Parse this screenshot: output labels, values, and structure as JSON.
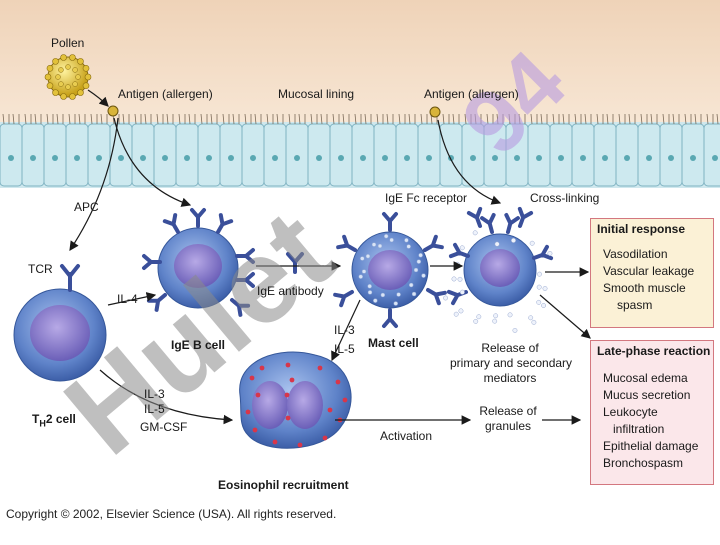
{
  "labels": {
    "pollen": "Pollen",
    "antigen_left": "Antigen (allergen)",
    "mucosal_lining": "Mucosal lining",
    "antigen_right": "Antigen (allergen)",
    "apc": "APC",
    "ige_fc_receptor": "IgE Fc receptor",
    "cross_linking": "Cross-linking",
    "tcr": "TCR",
    "il4": "IL-4",
    "ige_antibody": "IgE antibody",
    "ige_b_cell": "IgE B cell",
    "mast_cell": "Mast cell",
    "il3_il5_top": "IL-3",
    "il3_il5_bottom": "IL-5",
    "release_mediators_1": "Release of",
    "release_mediators_2": "primary and secondary",
    "release_mediators_3": "mediators",
    "th2_cell_main": "T",
    "th2_cell_sub": "H",
    "th2_cell_rest": "2 cell",
    "cytokines_1": "IL-3",
    "cytokines_2": "IL-5",
    "cytokines_3": "GM-CSF",
    "activation": "Activation",
    "release_granules_1": "Release of",
    "release_granules_2": "granules",
    "eosinophil_recruitment": "Eosinophil recruitment"
  },
  "initial_response": {
    "title": "Initial response",
    "items": [
      "Vasodilation",
      "Vascular leakage",
      "Smooth muscle",
      "spasm"
    ]
  },
  "late_phase": {
    "title": "Late-phase reaction",
    "items": [
      "Mucosal edema",
      "Mucus secretion",
      "Leukocyte",
      "infiltration",
      "Epithelial damage",
      "Bronchospasm"
    ]
  },
  "copyright": "Copyright © 2002, Elsevier Science (USA). All rights reserved.",
  "watermarks": {
    "gray": "Hulet",
    "purple": "94"
  },
  "colors": {
    "mucosa_top": "#f2dcc6",
    "epithelium": "#cfe8ee",
    "box_initial": "#fbf1d6",
    "box_late": "#fbe7ea",
    "box_border": "#d3777f",
    "cell_blue": "#6f8fd0",
    "receptor": "#3a4f9a",
    "watermark_gray": "#8a8a8a",
    "watermark_purple": "#b79be0"
  }
}
